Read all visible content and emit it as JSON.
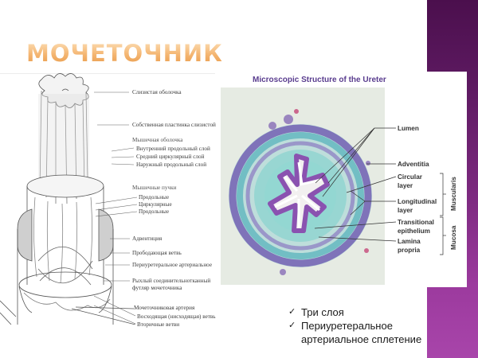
{
  "slide": {
    "title": "МОЧЕТОЧНИК",
    "colors": {
      "title_orange": "#f4b571",
      "band_top": "#4b0f4d",
      "band_bottom": "#a845aa",
      "figure_title": "#5a3d8f"
    }
  },
  "illustration": {
    "labels": [
      "Слизистая оболочка",
      "Собственная пластинка слизистой",
      "Мышечная оболочка",
      "Внутренний продольный слой",
      "Средний циркулярный слой",
      "Наружный продольный слой",
      "Мышечные пучки",
      "Продольные",
      "Циркулярные",
      "Продольные",
      "Адвентиция",
      "Прободающая ветвь",
      "Периуретеральное артериальное",
      "Рыхлый соединительнотканный",
      "футляр мочеточника",
      "Мочеточниковая артерия",
      "Восходящая (нисходящая) ветвь",
      "Вторичные ветви"
    ]
  },
  "figure": {
    "title": "Microscopic Structure of the Ureter",
    "labels": {
      "lumen": "Lumen",
      "adventitia": "Adventitia",
      "circular_1": "Circular",
      "circular_2": "layer",
      "longitudinal_1": "Longitudinal",
      "longitudinal_2": "layer",
      "transitional_1": "Transitional",
      "transitional_2": "epithelium",
      "lamina_1": "Lamina",
      "lamina_2": "propria"
    },
    "groups": {
      "muscularis": "Muscularis",
      "mucosa": "Mucosa"
    }
  },
  "bullets": {
    "items": [
      {
        "icon": "checkmark-icon",
        "glyph": "✓",
        "text": "Три слоя"
      },
      {
        "icon": "checkmark-icon",
        "glyph": "✓",
        "text": "Периуретеральное"
      }
    ],
    "continuation": "артериальное сплетение"
  }
}
